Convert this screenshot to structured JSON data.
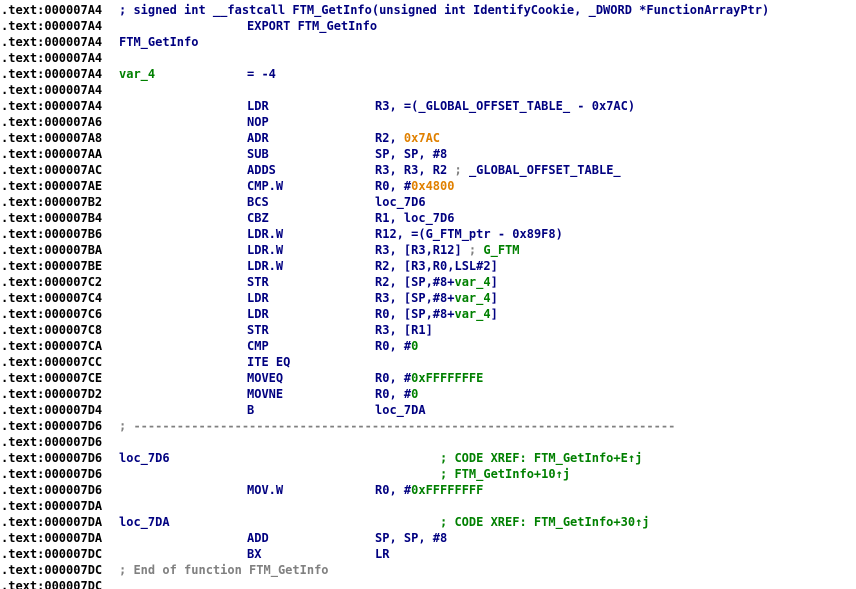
{
  "colors": {
    "address": "#000000",
    "code": "#000080",
    "comment": "#808080",
    "xref": "#008000",
    "number": "#e08000",
    "background": "#ffffff"
  },
  "lines": [
    {
      "addr": ".text:000007A4",
      "comment": "; signed int __fastcall FTM_GetInfo(unsigned int IdentifyCookie, _DWORD *FunctionArrayPtr)"
    },
    {
      "addr": ".text:000007A4",
      "mnemonic": "EXPORT FTM_GetInfo"
    },
    {
      "addr": ".text:000007A4",
      "label": "FTM_GetInfo"
    },
    {
      "addr": ".text:000007A4"
    },
    {
      "addr": ".text:000007A4",
      "var_name": "var_4",
      "var_value": "= -4"
    },
    {
      "addr": ".text:000007A4"
    },
    {
      "addr": ".text:000007A4",
      "mnemonic": "LDR",
      "op1": "R3, =(_GLOBAL_OFFSET_TABLE_ - 0x7AC)"
    },
    {
      "addr": ".text:000007A6",
      "mnemonic": "NOP"
    },
    {
      "addr": ".text:000007A8",
      "mnemonic": "ADR",
      "op1": "R2, ",
      "op2": "0x7AC"
    },
    {
      "addr": ".text:000007AA",
      "mnemonic": "SUB",
      "op1": "SP, SP, #8"
    },
    {
      "addr": ".text:000007AC",
      "mnemonic": "ADDS",
      "op1": "R3, R3, R2 ",
      "comment": "; ",
      "op2": "_GLOBAL_OFFSET_TABLE_"
    },
    {
      "addr": ".text:000007AE",
      "mnemonic": "CMP.W",
      "op1": "R0, #",
      "op2": "0x4800"
    },
    {
      "addr": ".text:000007B2",
      "mnemonic": "BCS",
      "op1": "loc_7D6"
    },
    {
      "addr": ".text:000007B4",
      "mnemonic": "CBZ",
      "op1": "R1, loc_7D6"
    },
    {
      "addr": ".text:000007B6",
      "mnemonic": "LDR.W",
      "op1": "R12, =(G_FTM_ptr - 0x89F8)"
    },
    {
      "addr": ".text:000007BA",
      "mnemonic": "LDR.W",
      "op1": "R3, [R3,R12] ",
      "comment": "; ",
      "op2": "G_FTM"
    },
    {
      "addr": ".text:000007BE",
      "mnemonic": "LDR.W",
      "op1": "R2, [R3,R0,LSL#2]"
    },
    {
      "addr": ".text:000007C2",
      "mnemonic": "STR",
      "op1": "R2, [SP,#8+",
      "op2": "var_4",
      "op3": "]"
    },
    {
      "addr": ".text:000007C4",
      "mnemonic": "LDR",
      "op1": "R3, [SP,#8+",
      "op2": "var_4",
      "op3": "]"
    },
    {
      "addr": ".text:000007C6",
      "mnemonic": "LDR",
      "op1": "R0, [SP,#8+",
      "op2": "var_4",
      "op3": "]"
    },
    {
      "addr": ".text:000007C8",
      "mnemonic": "STR",
      "op1": "R3, [R1]"
    },
    {
      "addr": ".text:000007CA",
      "mnemonic": "CMP",
      "op1": "R0, #",
      "op2": "0"
    },
    {
      "addr": ".text:000007CC",
      "mnemonic": "ITE EQ"
    },
    {
      "addr": ".text:000007CE",
      "mnemonic": "MOVEQ",
      "op1": "R0, #",
      "op2": "0xFFFFFFFE"
    },
    {
      "addr": ".text:000007D2",
      "mnemonic": "MOVNE",
      "op1": "R0, #",
      "op2": "0"
    },
    {
      "addr": ".text:000007D4",
      "mnemonic": "B",
      "op1": "loc_7DA"
    },
    {
      "addr": ".text:000007D6",
      "comment": "; ---------------------------------------------------------------------------"
    },
    {
      "addr": ".text:000007D6"
    },
    {
      "addr": ".text:000007D6",
      "label": "loc_7D6",
      "xref": "; CODE XREF: FTM_GetInfo+E↑j"
    },
    {
      "addr": ".text:000007D6",
      "xref": "; FTM_GetInfo+10↑j"
    },
    {
      "addr": ".text:000007D6",
      "mnemonic": "MOV.W",
      "op1": "R0, #",
      "op2": "0xFFFFFFFF"
    },
    {
      "addr": ".text:000007DA"
    },
    {
      "addr": ".text:000007DA",
      "label": "loc_7DA",
      "xref": "; CODE XREF: FTM_GetInfo+30↑j"
    },
    {
      "addr": ".text:000007DA",
      "mnemonic": "ADD",
      "op1": "SP, SP, #8"
    },
    {
      "addr": ".text:000007DC",
      "mnemonic": "BX",
      "op1": "LR"
    },
    {
      "addr": ".text:000007DC",
      "comment": "; End of function FTM_GetInfo"
    },
    {
      "addr": ".text:000007DC"
    }
  ]
}
